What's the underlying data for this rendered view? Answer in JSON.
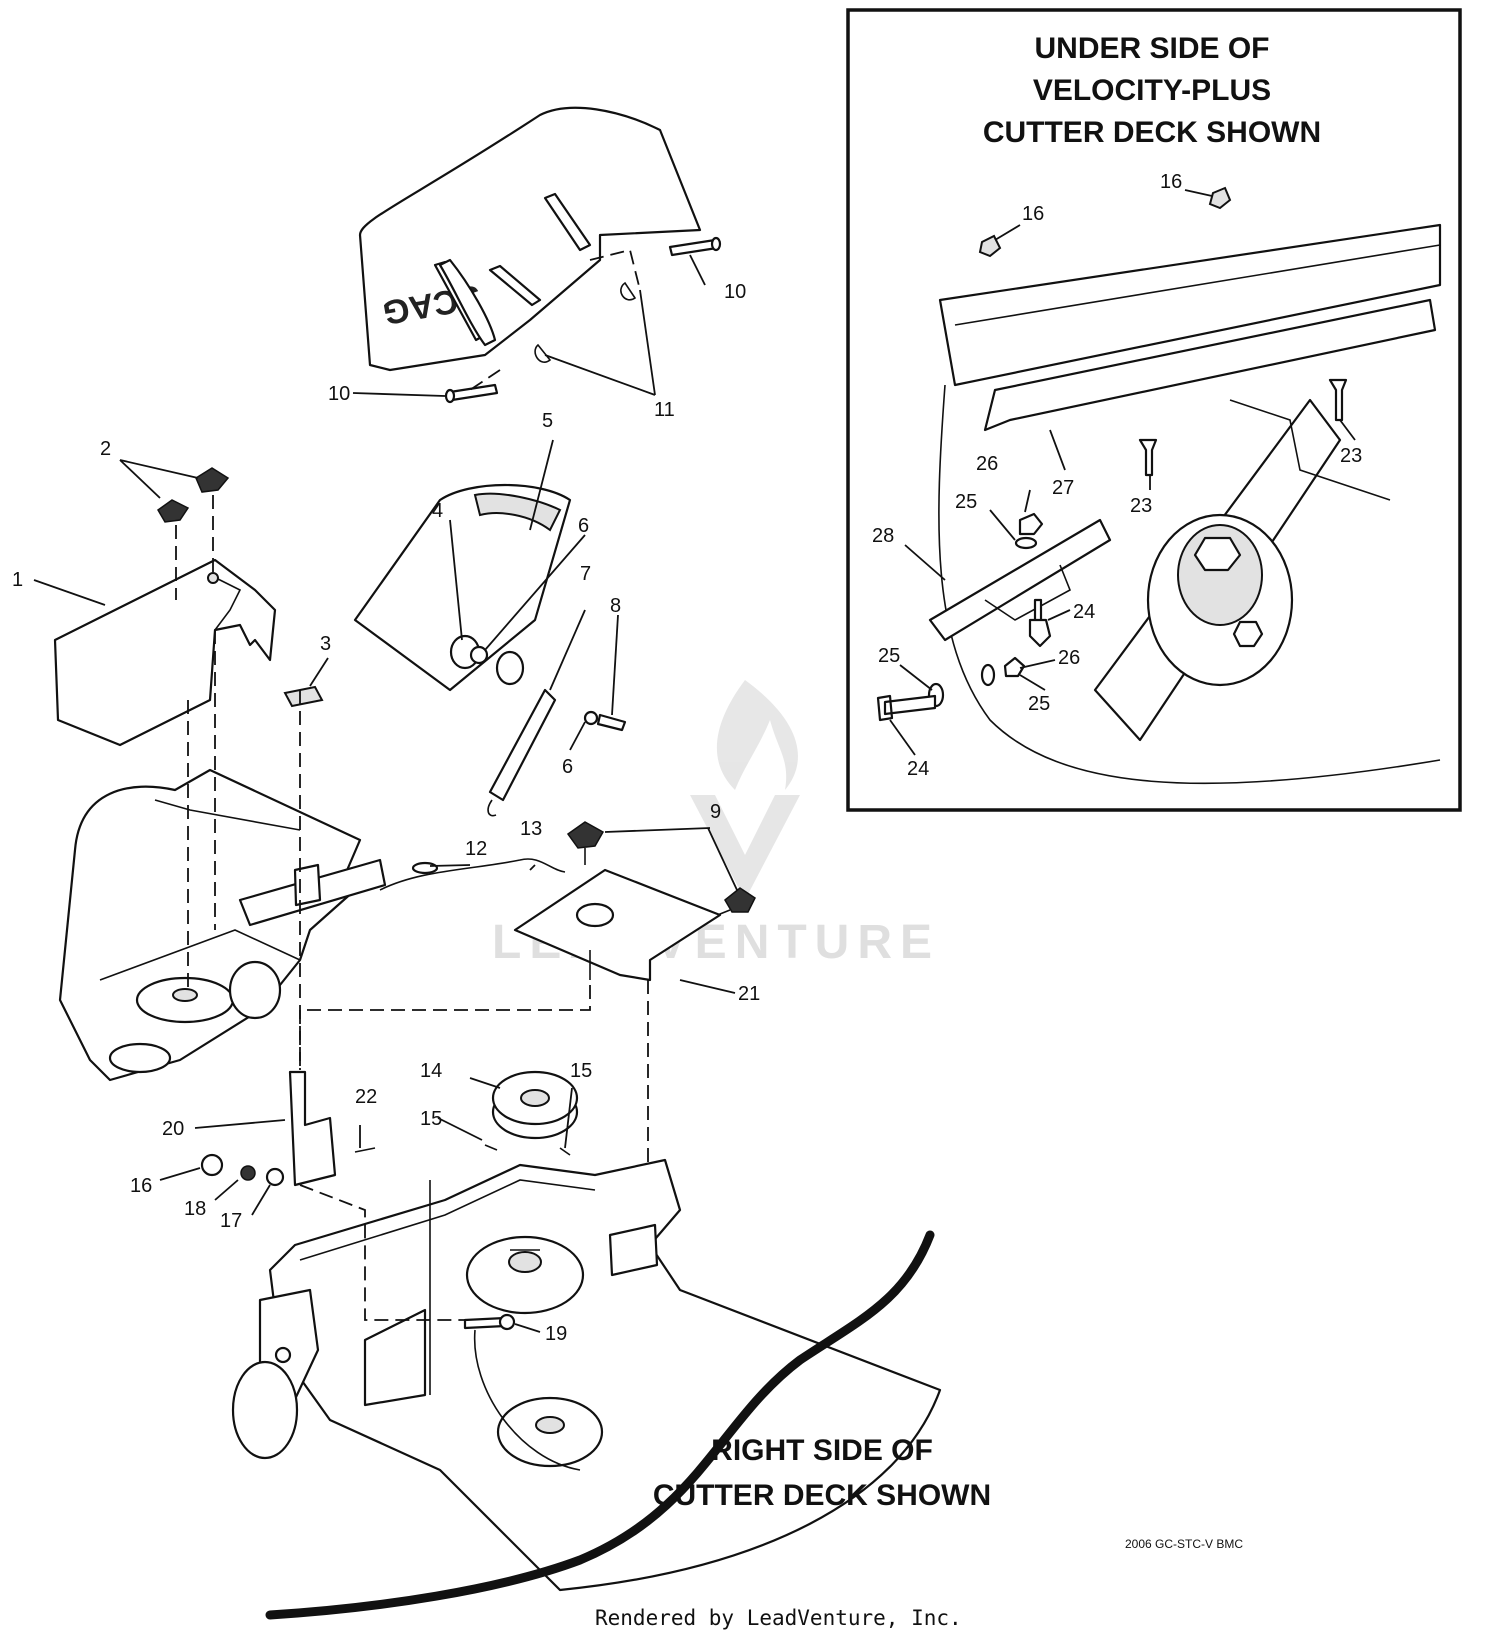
{
  "inset_title": [
    "UNDER SIDE OF",
    "VELOCITY-PLUS",
    "CUTTER DECK SHOWN"
  ],
  "main_title": [
    "RIGHT SIDE OF",
    "CUTTER DECK SHOWN"
  ],
  "code": "2006 GC-STC-V BMC",
  "footer": "Rendered by LeadVenture, Inc.",
  "watermark": "LEADVENTURE",
  "brand": "SCAG",
  "callouts": [
    {
      "id": "c-1",
      "text": "1"
    },
    {
      "id": "c-2",
      "text": "2"
    },
    {
      "id": "c-3",
      "text": "3"
    },
    {
      "id": "c-4",
      "text": "4"
    },
    {
      "id": "c-5",
      "text": "5"
    },
    {
      "id": "c-6a",
      "text": "6"
    },
    {
      "id": "c-6b",
      "text": "6"
    },
    {
      "id": "c-7",
      "text": "7"
    },
    {
      "id": "c-8",
      "text": "8"
    },
    {
      "id": "c-9",
      "text": "9"
    },
    {
      "id": "c-10a",
      "text": "10"
    },
    {
      "id": "c-10b",
      "text": "10"
    },
    {
      "id": "c-11",
      "text": "11"
    },
    {
      "id": "c-12",
      "text": "12"
    },
    {
      "id": "c-13",
      "text": "13"
    },
    {
      "id": "c-14",
      "text": "14"
    },
    {
      "id": "c-15a",
      "text": "15"
    },
    {
      "id": "c-15b",
      "text": "15"
    },
    {
      "id": "c-16",
      "text": "16"
    },
    {
      "id": "c-17",
      "text": "17"
    },
    {
      "id": "c-18",
      "text": "18"
    },
    {
      "id": "c-19",
      "text": "19"
    },
    {
      "id": "c-20",
      "text": "20"
    },
    {
      "id": "c-21",
      "text": "21"
    },
    {
      "id": "c-22",
      "text": "22"
    },
    {
      "id": "i-16a",
      "text": "16"
    },
    {
      "id": "i-16b",
      "text": "16"
    },
    {
      "id": "i-23a",
      "text": "23"
    },
    {
      "id": "i-23b",
      "text": "23"
    },
    {
      "id": "i-24a",
      "text": "24"
    },
    {
      "id": "i-24b",
      "text": "24"
    },
    {
      "id": "i-25a",
      "text": "25"
    },
    {
      "id": "i-25b",
      "text": "25"
    },
    {
      "id": "i-25c",
      "text": "25"
    },
    {
      "id": "i-26a",
      "text": "26"
    },
    {
      "id": "i-26b",
      "text": "26"
    },
    {
      "id": "i-27",
      "text": "27"
    },
    {
      "id": "i-28",
      "text": "28"
    }
  ]
}
